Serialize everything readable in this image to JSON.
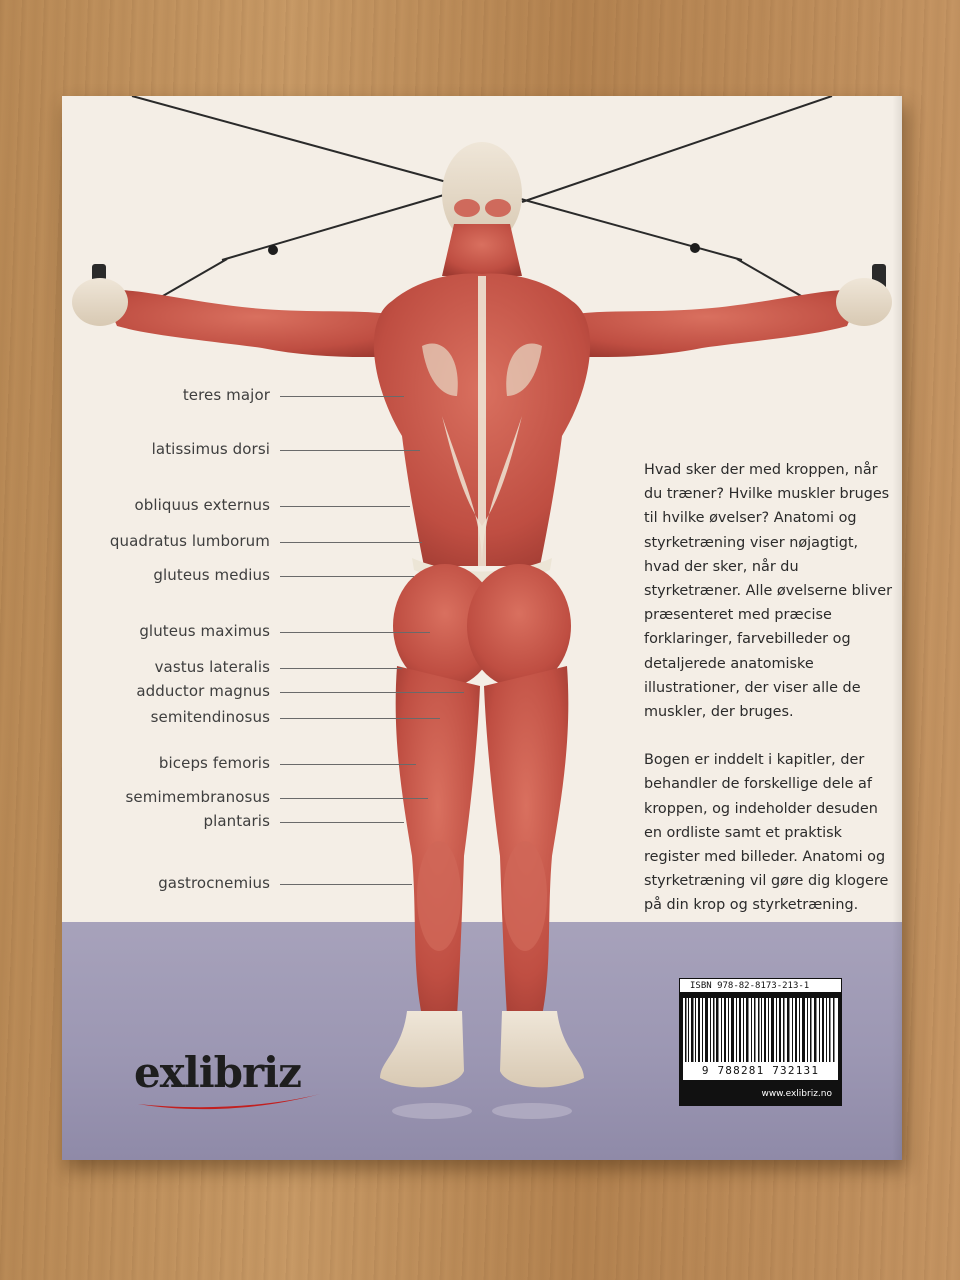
{
  "cover": {
    "labels": [
      "teres major",
      "latissimus dorsi",
      "obliquus externus",
      "quadratus lumborum",
      "gluteus medius",
      "gluteus maximus",
      "vastus lateralis",
      "adductor magnus",
      "semitendinosus",
      "biceps femoris",
      "semimembranosus",
      "plantaris",
      "gastrocnemius"
    ],
    "blurb": {
      "p1": "Hvad sker der med kroppen, når du træner? Hvilke muskler bruges til hvilke øvelser? Anatomi og styrketræning viser nøjagtigt, hvad der sker, når du styrketræner. Alle øvelserne bliver præsenteret med præcise forklaringer, farvebilleder og detaljerede anatomiske illustrationer, der viser alle de muskler, der bruges.",
      "p2": "Bogen er inddelt i kapitler, der behandler de forskellige dele af kroppen, og indeholder desuden en ordliste samt et praktisk register med billeder. Anatomi og styrketræning vil gøre dig klogere på din krop og styrketræning."
    },
    "isbn_text": "ISBN 978-82-8173-213-1",
    "barcode_digits": "9 788281 732131",
    "url": "www.exlibriz.no",
    "logo": "exlibriz",
    "colors": {
      "page_bg": "#f4eee6",
      "floor": "#9c97b3",
      "muscle": "#c7574a",
      "logo_accent": "#c21f1f"
    }
  }
}
